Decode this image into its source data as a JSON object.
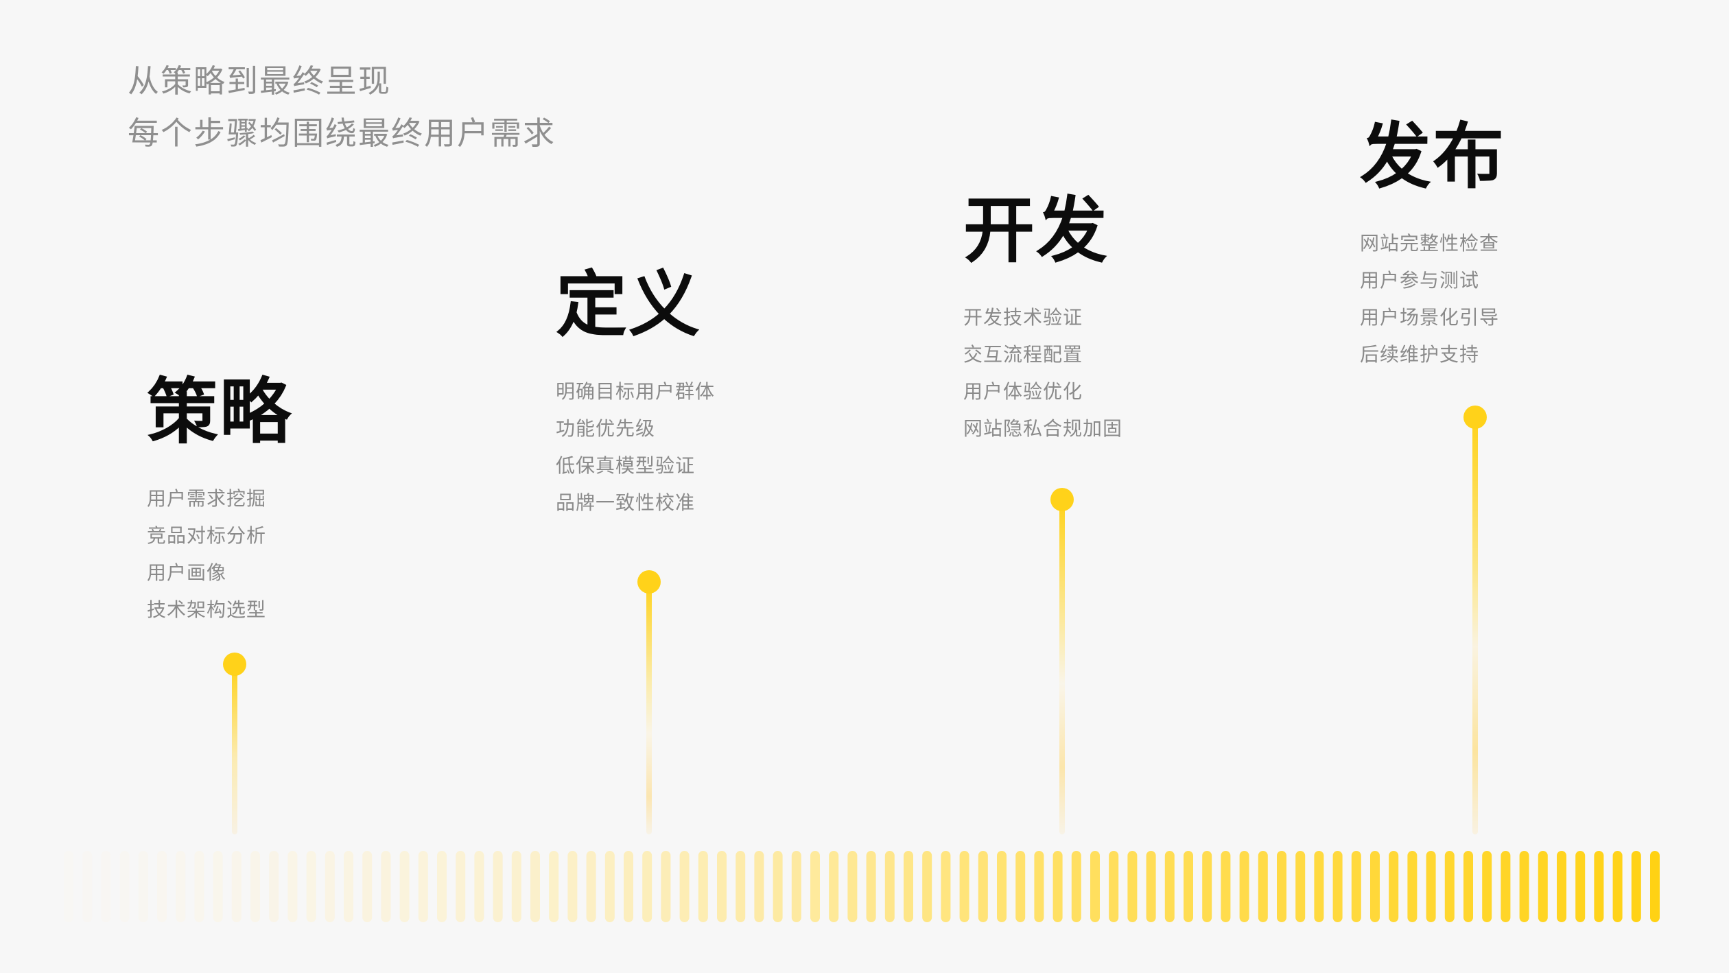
{
  "intro": {
    "line1": "从策略到最终呈现",
    "line2": "每个步骤均围绕最终用户需求"
  },
  "accent_color": "#ffd21a",
  "stages": [
    {
      "title": "策略",
      "items": [
        "用户需求挖掘",
        "竞品对标分析",
        "用户画像",
        "技术架构选型"
      ]
    },
    {
      "title": "定义",
      "items": [
        "明确目标用户群体",
        "功能优先级",
        "低保真模型验证",
        "品牌一致性校准"
      ]
    },
    {
      "title": "开发",
      "items": [
        "开发技术验证",
        "交互流程配置",
        "用户体验优化",
        "网站隐私合规加固"
      ]
    },
    {
      "title": "发布",
      "items": [
        "网站完整性检查",
        "用户参与测试",
        "用户场景化引导",
        "后续维护支持"
      ]
    }
  ]
}
